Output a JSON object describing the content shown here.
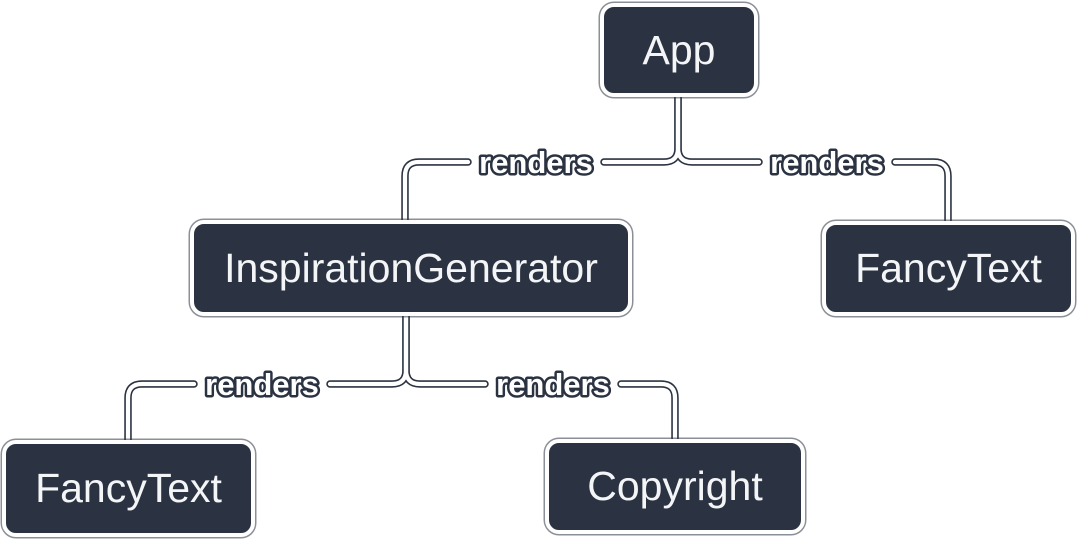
{
  "diagram": {
    "type": "component-render-tree",
    "colors": {
      "background": "#FFFFFF",
      "node_fill": "#2B3342",
      "node_border": "#FFFFFF",
      "node_text": "#F4F5F7",
      "edge_line": "#FFFFFF",
      "edge_outline": "#2B3342",
      "edge_label_fill": "#FFFFFF"
    },
    "nodes": [
      {
        "id": "app",
        "label": "App"
      },
      {
        "id": "inspiration-generator",
        "label": "InspirationGenerator"
      },
      {
        "id": "fancy-text-top",
        "label": "FancyText"
      },
      {
        "id": "fancy-text-bottom",
        "label": "FancyText"
      },
      {
        "id": "copyright",
        "label": "Copyright"
      }
    ],
    "edges": [
      {
        "from": "App",
        "to": "InspirationGenerator",
        "label": "renders"
      },
      {
        "from": "App",
        "to": "FancyText",
        "label": "renders"
      },
      {
        "from": "InspirationGenerator",
        "to": "FancyText",
        "label": "renders"
      },
      {
        "from": "InspirationGenerator",
        "to": "Copyright",
        "label": "renders"
      }
    ]
  }
}
